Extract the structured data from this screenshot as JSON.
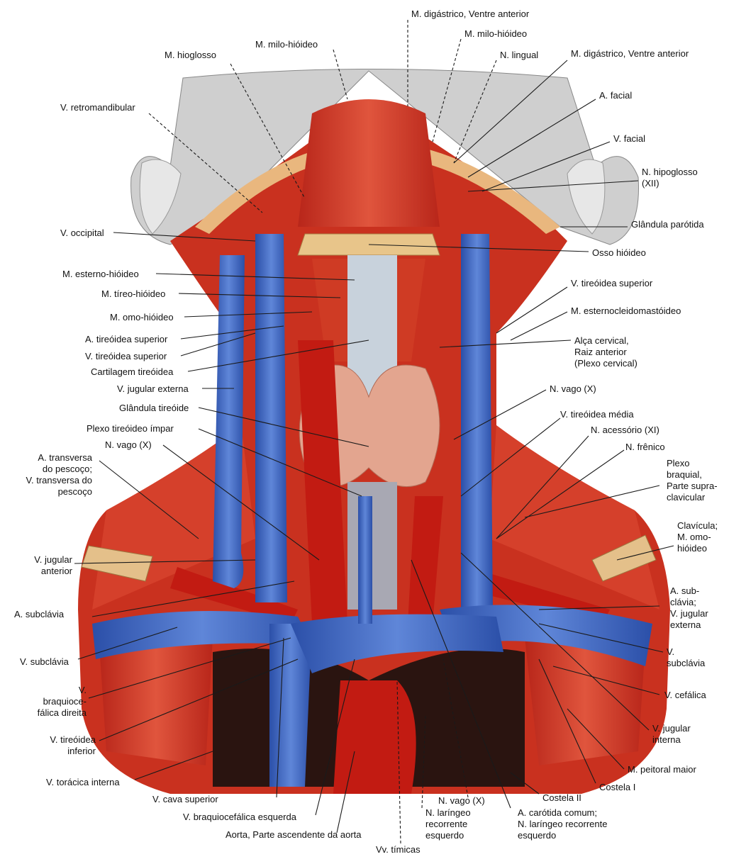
{
  "labels": {
    "digastrico_top": "M. digástrico, Ventre anterior",
    "milo_hioideo_right": "M. milo-hióideo",
    "lingual": "N. lingual",
    "digastrico_right": "M. digástrico, Ventre anterior",
    "facial_a": "A. facial",
    "facial_v": "V. facial",
    "hipoglosso_1": "N. hipoglosso",
    "hipoglosso_2": "(XII)",
    "parotida": "Glândula parótida",
    "osso_hioideo": "Osso hióideo",
    "tireoidea_sup_v_right": "V. tireóidea superior",
    "esternocleido": "M. esternocleidomastóideo",
    "alca_1": "Alça cervical,",
    "alca_2": "Raiz anterior",
    "alca_3": "(Plexo cervical)",
    "vago_right": "N. vago (X)",
    "tireoidea_media": "V. tireóidea média",
    "acessorio": "N. acessório (XI)",
    "frenico": "N. frênico",
    "plexo_1": "Plexo",
    "plexo_2": "braquial,",
    "plexo_3": "Parte supra-",
    "plexo_4": "clavicular",
    "clavicula_1": "Clavícula;",
    "clavicula_2": "M. omo-",
    "clavicula_3": "hióideo",
    "subclavia_a_1": "A. sub-",
    "subclavia_a_2": "clávia;",
    "subclavia_a_3": "V. jugular",
    "subclavia_a_4": "externa",
    "subclavia_v_right_1": "V.",
    "subclavia_v_right_2": "subclávia",
    "cefalica": "V. cefálica",
    "jugular_int_1": "V. jugular",
    "jugular_int_2": "interna",
    "peitoral": "M. peitoral maior",
    "costela_1": "Costela I",
    "costela_2": "Costela II",
    "carotida_1": "A. carótida comum;",
    "carotida_2": "N. laríngeo recorrente",
    "carotida_3": "esquerdo",
    "vago_bottom": "N. vago (X)",
    "laringeo_1": "N. laríngeo",
    "laringeo_2": "recorrente",
    "laringeo_3": "esquerdo",
    "timicas": "Vv. tímicas",
    "aorta": "Aorta, Parte ascendente da aorta",
    "braquio_esq": "V. braquiocefálica esquerda",
    "cava": "V. cava superior",
    "toracica": "V. torácica interna",
    "tireoidea_inf_1": "V. tireóidea",
    "tireoidea_inf_2": "inferior",
    "braquio_dir_1": "V.",
    "braquio_dir_2": "braquioce-",
    "braquio_dir_3": "fálica direita",
    "subclavia_v_left": "V. subclávia",
    "subclavia_a_left": "A. subclávia",
    "jugular_ant_1": "V. jugular",
    "jugular_ant_2": "anterior",
    "transversa_1": "A. transversa",
    "transversa_2": "do pescoço;",
    "transversa_3": "V. transversa do",
    "transversa_4": "pescoço",
    "vago_left": "N. vago (X)",
    "plexo_impar": "Plexo tireóideo ímpar",
    "tireoide": "Glândula tireóide",
    "jugular_ext": "V. jugular externa",
    "cartilagem": "Cartilagem tireóidea",
    "tireoidea_sup_v_left": "V. tireóidea superior",
    "tireoidea_sup_a_left": "A. tireóidea superior",
    "omo_hioideo": "M. omo-hióideo",
    "tireo_hioideo": "M. tíreo-hióideo",
    "esterno_hioideo": "M. esterno-hióideo",
    "occipital": "V. occipital",
    "retromandibular": "V. retromandibular",
    "hioglosso": "M. hioglosso",
    "milo_hioideo_left": "M. milo-hióideo"
  }
}
